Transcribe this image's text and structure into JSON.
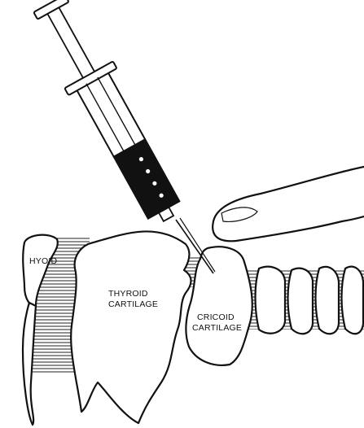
{
  "labels": {
    "hyoid": "HYOID",
    "thyroid_line1": "THYROID",
    "thyroid_line2": "CARTILAGE",
    "cricoid_line1": "CRICOID",
    "cricoid_line2": "CARTILAGE"
  }
}
